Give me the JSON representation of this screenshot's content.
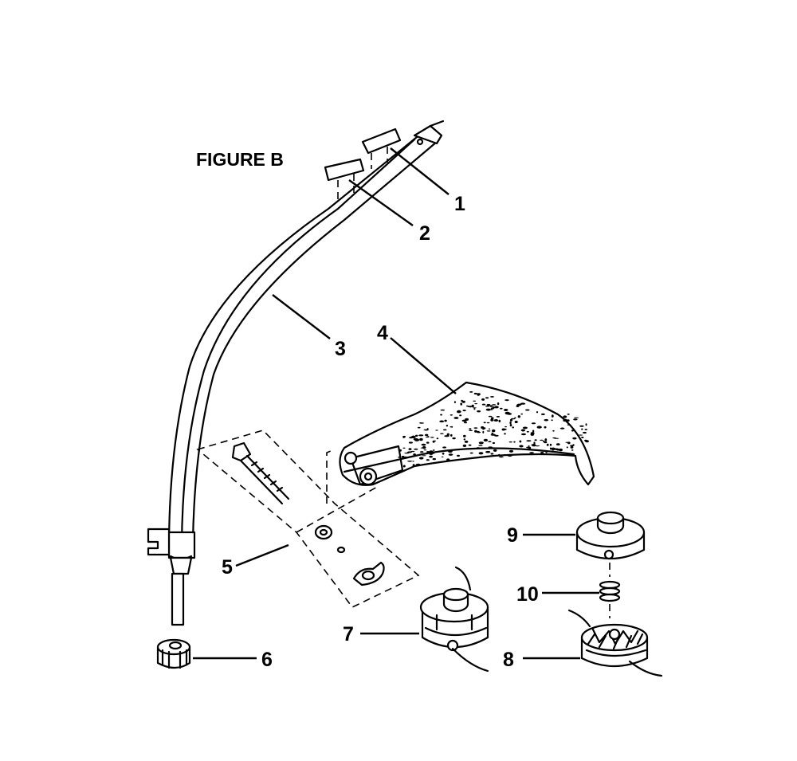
{
  "figure": {
    "title": "FIGURE B",
    "callouts": [
      "1",
      "2",
      "3",
      "4",
      "5",
      "6",
      "7",
      "8",
      "9",
      "10"
    ]
  },
  "colors": {
    "ink": "#000000",
    "paper": "#ffffff"
  }
}
